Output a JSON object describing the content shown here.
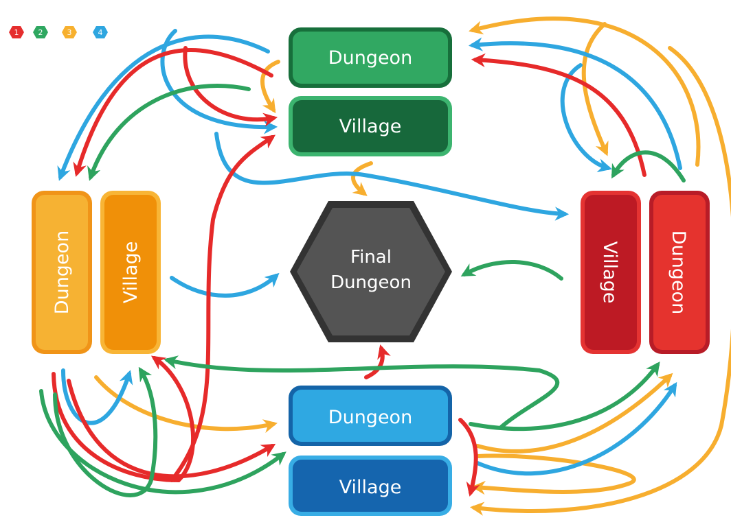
{
  "legend": [
    {
      "label": "1",
      "color": "#e52d2d"
    },
    {
      "label": "2",
      "color": "#2ea760"
    },
    {
      "label": "3",
      "color": "#f7b02e"
    },
    {
      "label": "4",
      "color": "#2ea6e0"
    }
  ],
  "colors": {
    "red": "#e62a2a",
    "green": "#2ea35e",
    "orange": "#f7ae2f",
    "blue": "#2ea6e0",
    "final": "#545454"
  },
  "boxes": {
    "top_dungeon": {
      "label": "Dungeon"
    },
    "top_village": {
      "label": "Village"
    },
    "left_dungeon": {
      "label": "Dungeon"
    },
    "left_village": {
      "label": "Village"
    },
    "right_village": {
      "label": "Village"
    },
    "right_dungeon": {
      "label": "Dungeon"
    },
    "bottom_dungeon": {
      "label": "Dungeon"
    },
    "bottom_village": {
      "label": "Village"
    }
  },
  "final": {
    "line1": "Final",
    "line2": "Dungeon"
  }
}
